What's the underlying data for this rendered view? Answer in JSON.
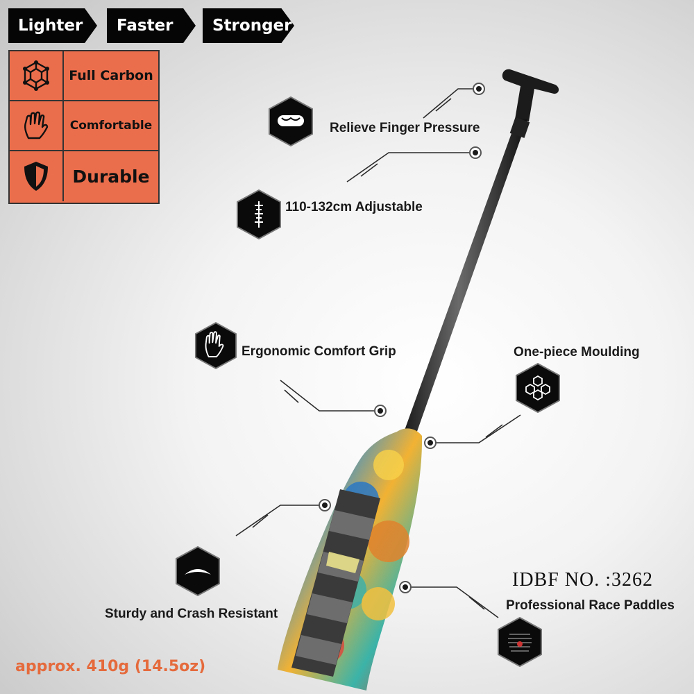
{
  "tags": [
    "Lighter",
    "Faster",
    "Stronger"
  ],
  "features": [
    {
      "label": "Full Carbon",
      "icon": "carbon-lattice-icon"
    },
    {
      "label": "Comfortable",
      "icon": "hand-icon"
    },
    {
      "label": "Durable",
      "icon": "shield-icon"
    }
  ],
  "callouts": {
    "relieve": "Relieve Finger Pressure",
    "adjustable": "110-132cm Adjustable",
    "grip": "Ergonomic Comfort Grip",
    "moulding": "One-piece Moulding",
    "sturdy": "Sturdy and Crash Resistant",
    "professional": "Professional Race Paddles"
  },
  "idbf": "IDBF NO. :3262",
  "weight": "approx. 410g (14.5oz)",
  "colors": {
    "accent": "#eb6e4c",
    "weight_text": "#e56a3c",
    "tag_bg": "#050505",
    "icon_bg": "#0a0a0a"
  }
}
